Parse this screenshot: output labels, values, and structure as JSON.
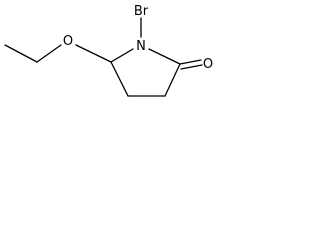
{
  "atoms": {
    "bromine": "Br",
    "nitrogen": "N",
    "carbonyl_oxygen": "O",
    "ether_oxygen": "O"
  },
  "colors": {
    "bond": "#000000",
    "label": "#000000",
    "background": "#ffffff"
  }
}
